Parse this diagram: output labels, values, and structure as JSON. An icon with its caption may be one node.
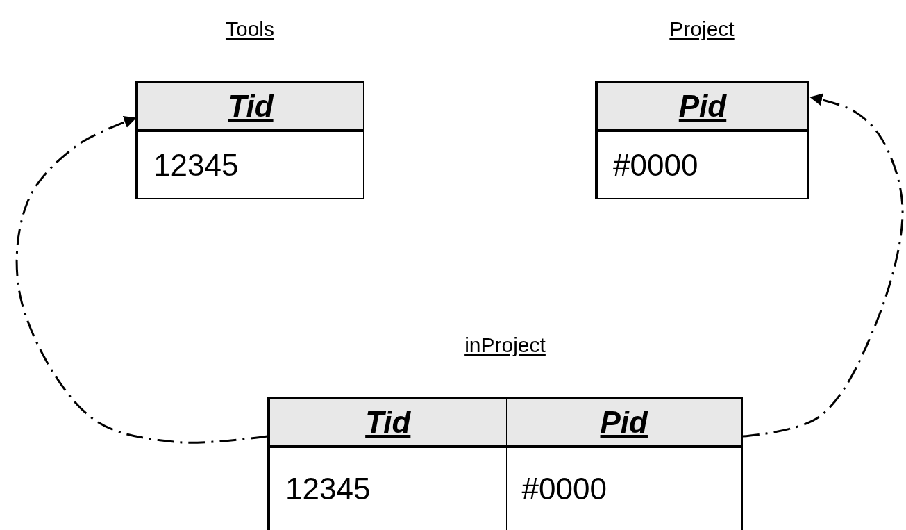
{
  "diagram": {
    "nodes": [
      {
        "text": [
          "Tools",
          "Tid",
          "12345"
        ]
      },
      {
        "text": [
          "Project",
          "Pid",
          "#0000"
        ]
      },
      {
        "text": [
          "inProject",
          "Tid",
          "Pid",
          "12345",
          "#0000"
        ]
      }
    ],
    "edges": [
      {
        "from": 2,
        "to": 0,
        "arrow": "to",
        "style": "dashed"
      },
      {
        "from": 2,
        "to": 1,
        "arrow": "to",
        "style": "dashed"
      }
    ]
  }
}
